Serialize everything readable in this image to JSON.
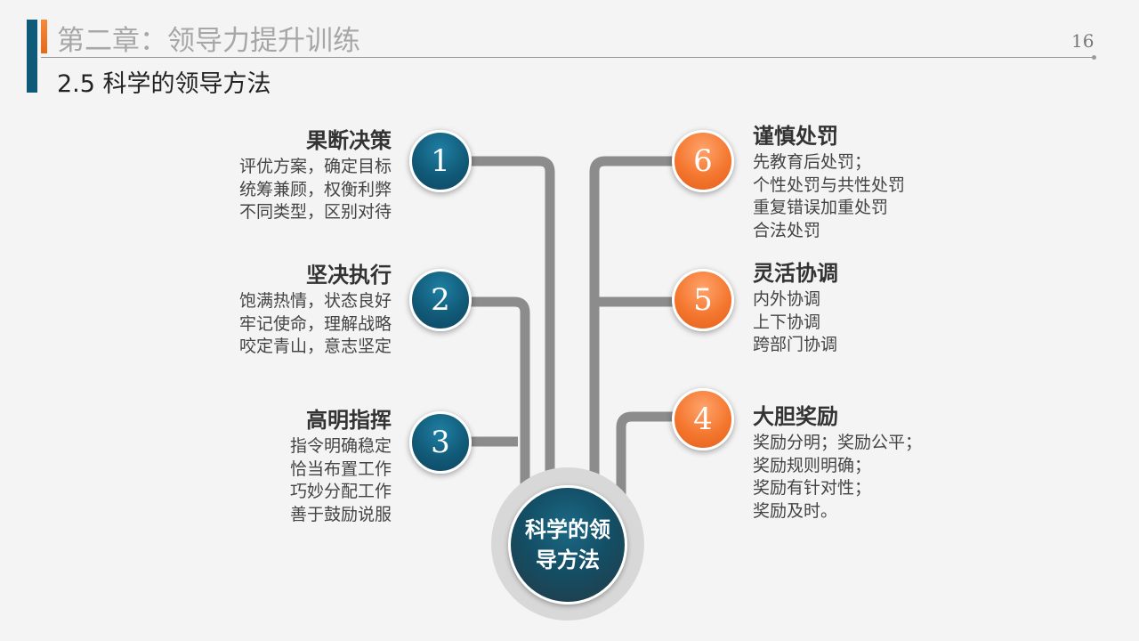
{
  "header": {
    "title": "第二章：领导力提升训练",
    "subtitle": "2.5 科学的领导方法",
    "page_number": "16"
  },
  "colors": {
    "accent_blue": "#115a78",
    "accent_orange": "#f4772f",
    "connector": "#8c8c8c"
  },
  "center": {
    "label": "科学的领导方法"
  },
  "items": [
    {
      "number": "1",
      "title": "果断决策",
      "lines": [
        "评优方案，确定目标",
        "统筹兼顾，权衡利弊",
        "不同类型，区别对待"
      ]
    },
    {
      "number": "2",
      "title": "坚决执行",
      "lines": [
        "饱满热情，状态良好",
        "牢记使命，理解战略",
        "咬定青山，意志坚定"
      ]
    },
    {
      "number": "3",
      "title": "高明指挥",
      "lines": [
        "指令明确稳定",
        "恰当布置工作",
        "巧妙分配工作",
        "善于鼓励说服"
      ]
    },
    {
      "number": "6",
      "title": "谨慎处罚",
      "lines": [
        "先教育后处罚；",
        "个性处罚与共性处罚",
        "重复错误加重处罚",
        "合法处罚"
      ]
    },
    {
      "number": "5",
      "title": "灵活协调",
      "lines": [
        "内外协调",
        "上下协调",
        "跨部门协调"
      ]
    },
    {
      "number": "4",
      "title": "大胆奖励",
      "lines": [
        "奖励分明；奖励公平；",
        "奖励规则明确；",
        "奖励有针对性；",
        "奖励及时。"
      ]
    }
  ]
}
